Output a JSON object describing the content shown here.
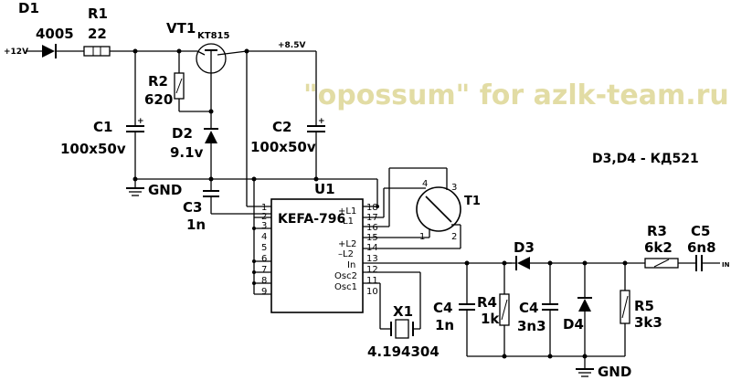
{
  "watermark": "\"opossum\"  for azlk-team.ru",
  "note": "D3,D4 - КД521",
  "supply_in": "+12V",
  "supply_rail": "+8.5V",
  "gnd_top": "GND",
  "gnd_bottom": "GND",
  "signal_in": "IN",
  "components": {
    "D1": {
      "ref": "D1",
      "value": "4005"
    },
    "R1": {
      "ref": "R1",
      "value": "22"
    },
    "VT1": {
      "ref": "VT1",
      "value": "KT815"
    },
    "R2": {
      "ref": "R2",
      "value": "620"
    },
    "D2": {
      "ref": "D2",
      "value": "9.1v"
    },
    "C1": {
      "ref": "C1",
      "value": "100x50v"
    },
    "C2": {
      "ref": "C2",
      "value": "100x50v"
    },
    "C3": {
      "ref": "C3",
      "value": "1n"
    },
    "U1": {
      "ref": "U1",
      "value": "KEFA-796"
    },
    "T1": {
      "ref": "T1"
    },
    "X1": {
      "ref": "X1",
      "value": "4.194304"
    },
    "D3": {
      "ref": "D3"
    },
    "D4": {
      "ref": "D4"
    },
    "R3": {
      "ref": "R3",
      "value": "6k2"
    },
    "C5": {
      "ref": "C5",
      "value": "6n8"
    },
    "C4a": {
      "ref": "C4",
      "value": "1n"
    },
    "R4": {
      "ref": "R4",
      "value": "1k"
    },
    "C4b": {
      "ref": "C4",
      "value": "3n3"
    },
    "R5": {
      "ref": "R5",
      "value": "3k3"
    }
  },
  "u1_pins_left": [
    "1",
    "2",
    "3",
    "4",
    "5",
    "6",
    "7",
    "8",
    "9"
  ],
  "u1_pins_right": [
    "18",
    "17",
    "16",
    "15",
    "14",
    "13",
    "12",
    "11",
    "10"
  ],
  "u1_pin_names": [
    "+L1",
    "–L1",
    "+L2",
    "–L2",
    "In",
    "Osc2",
    "Osc1"
  ],
  "t1_pins": [
    "4",
    "3",
    "1",
    "2"
  ]
}
